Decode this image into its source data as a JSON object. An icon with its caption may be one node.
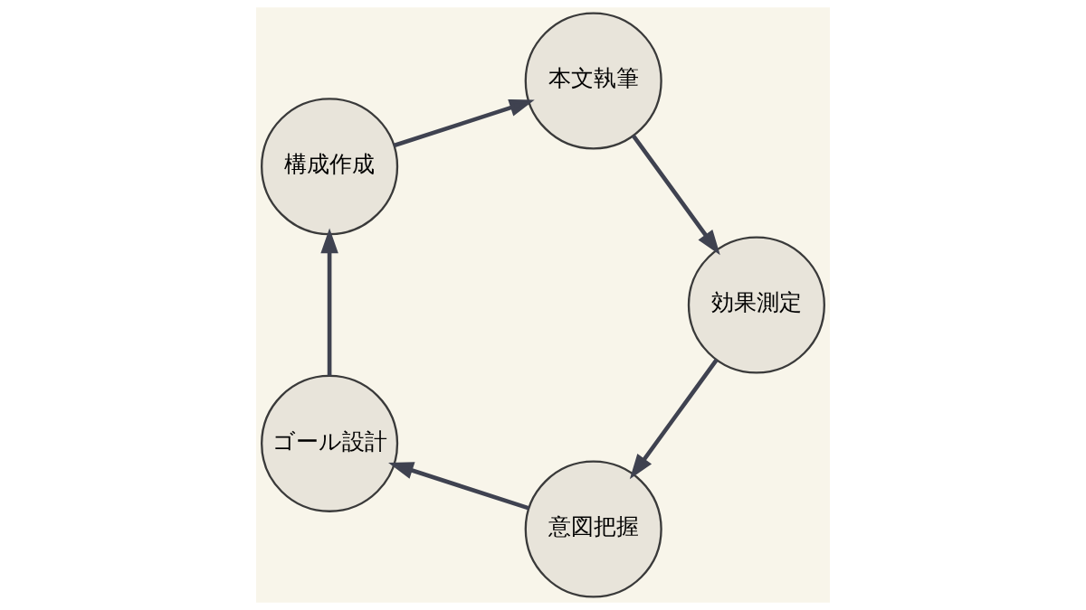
{
  "diagram": {
    "nodes": [
      {
        "text": [
          "意図把握"
        ]
      },
      {
        "text": [
          "ゴール設計"
        ]
      },
      {
        "text": [
          "構成作成"
        ]
      },
      {
        "text": [
          "本文執筆"
        ]
      },
      {
        "text": [
          "効果測定"
        ]
      }
    ],
    "edges": [
      {
        "from": 0,
        "to": 1,
        "arrow": "to"
      },
      {
        "from": 1,
        "to": 2,
        "arrow": "to"
      },
      {
        "from": 2,
        "to": 3,
        "arrow": "to"
      },
      {
        "from": 3,
        "to": 4,
        "arrow": "to"
      },
      {
        "from": 4,
        "to": 0,
        "arrow": "to"
      }
    ]
  }
}
